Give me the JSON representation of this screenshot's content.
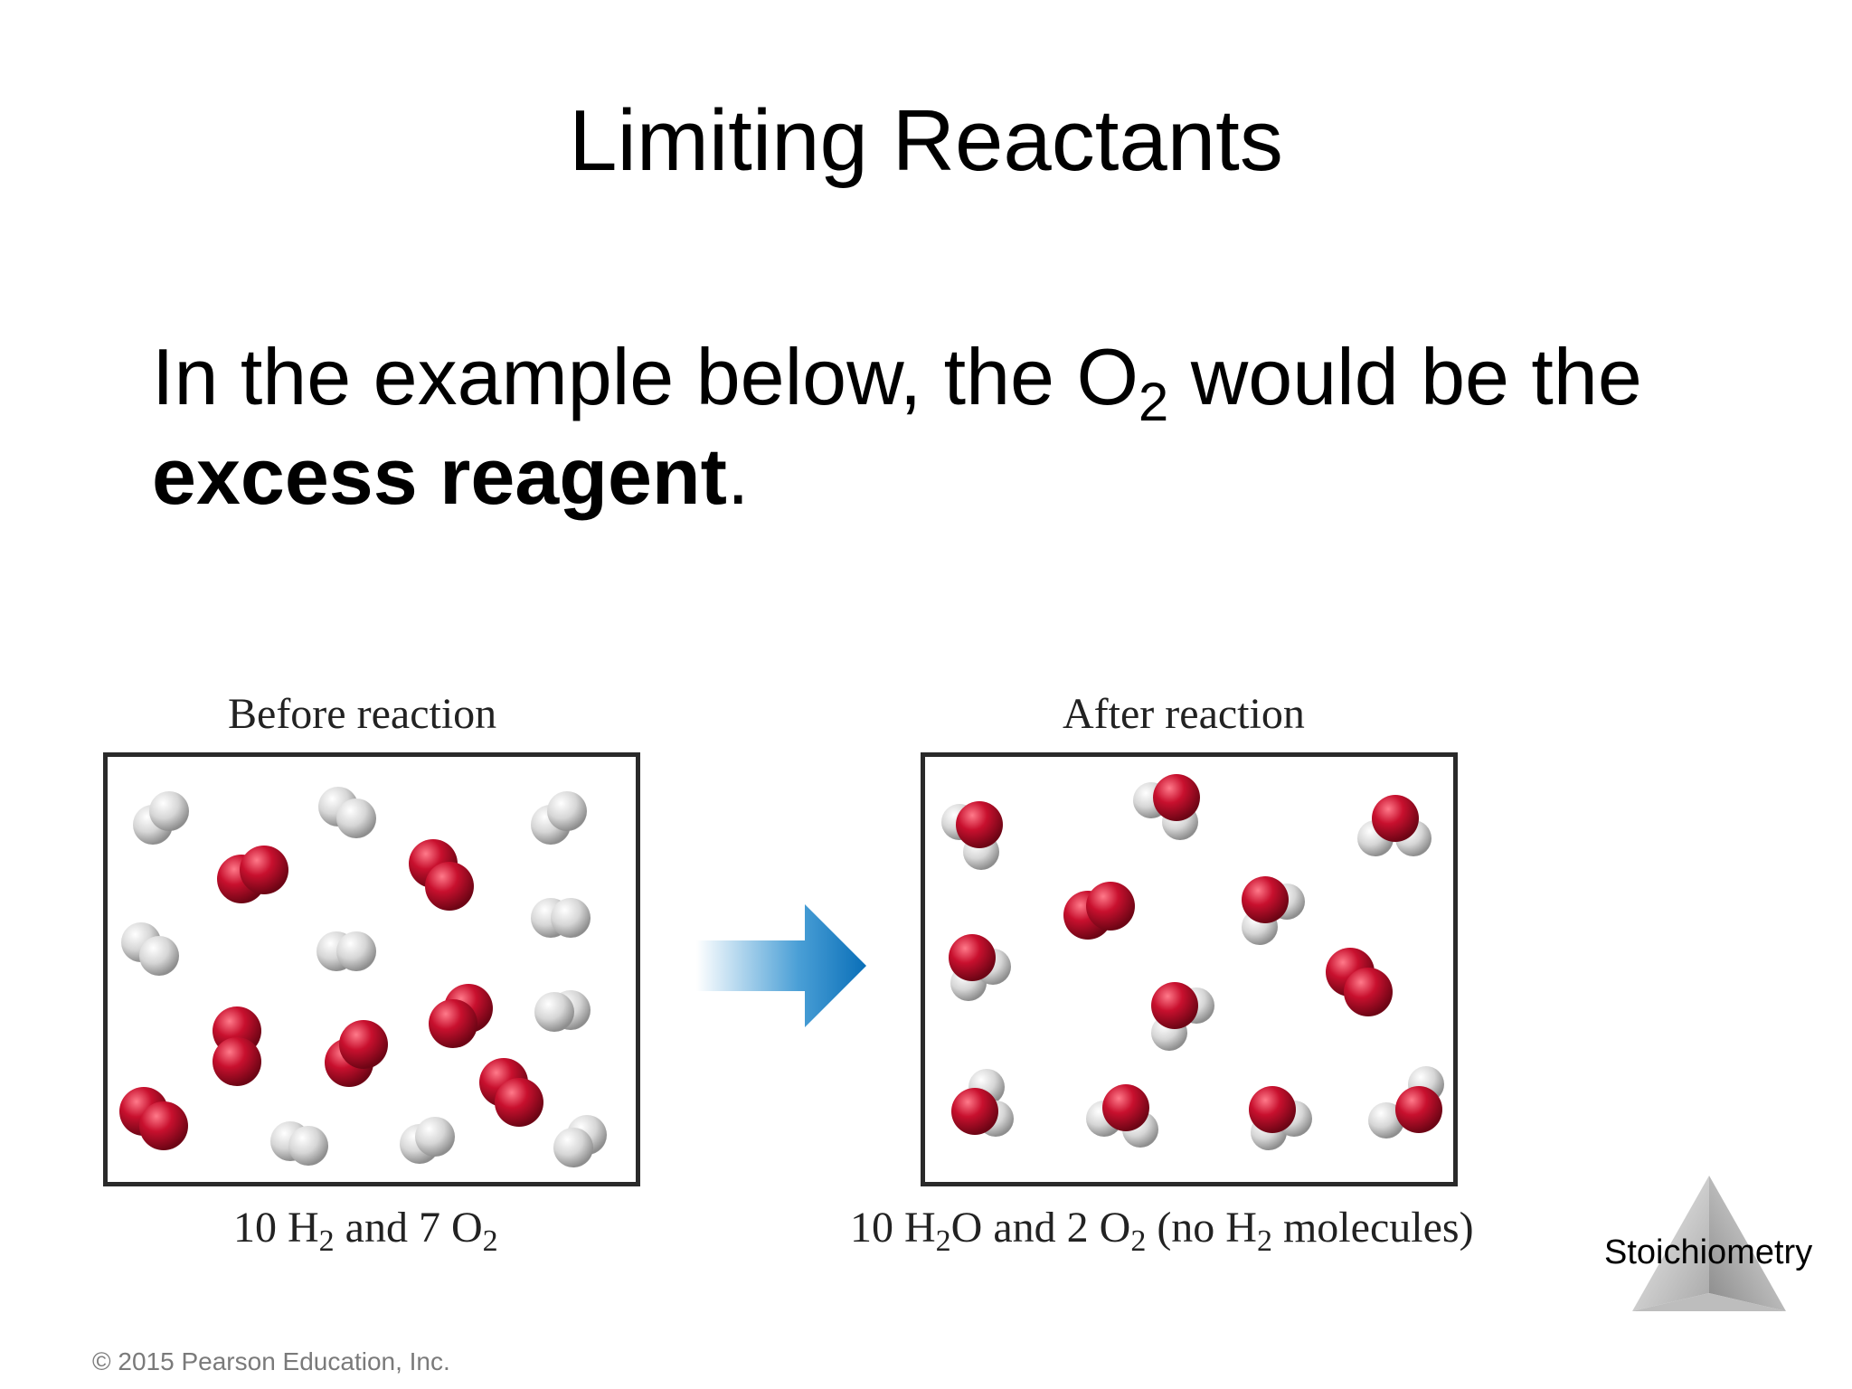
{
  "slide": {
    "title": "Limiting Reactants",
    "body_line1_pre": "In the example below, the O",
    "body_line1_sub": "2",
    "body_line1_post": " would be the",
    "body_line2_bold": "excess reagent",
    "body_line2_end": "."
  },
  "figure": {
    "before_label": "Before reaction",
    "after_label": "After reaction",
    "before_caption": {
      "a": "10 H",
      "b": "2",
      "c": " and 7 O",
      "d": "2"
    },
    "after_caption": {
      "a": "10 H",
      "b": "2",
      "c": "O and 2 O",
      "d": "2",
      "e": " (no H",
      "f": "2",
      "g": " molecules)"
    },
    "colors": {
      "oxygen": "#c8102e",
      "hydrogen": "#d4d4d4",
      "arrow": "#1a7fc4"
    }
  },
  "footer": {
    "copyright": "© 2015 Pearson Education, Inc.",
    "topic": "Stoichiometry"
  }
}
